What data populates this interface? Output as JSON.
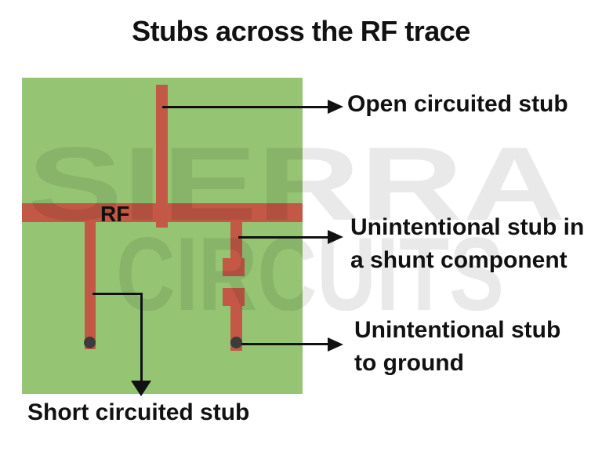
{
  "title": "Stubs across the RF trace",
  "colors": {
    "board_green": "#95c573",
    "trace_red": "#c25845",
    "via_dark": "#3b3b3b"
  },
  "watermark": {
    "line1": "SIERRA",
    "line2": "CIRCUITS"
  },
  "board": {
    "rf_trace_label": "RF"
  },
  "annotations": {
    "open_stub": {
      "label": "Open circuited stub"
    },
    "shunt_stub": {
      "label_line1": "Unintentional stub in",
      "label_line2": "a shunt component"
    },
    "ground_stub": {
      "label_line1": "Unintentional stub",
      "label_line2": "to ground"
    },
    "short_stub": {
      "label": "Short circuited stub"
    }
  }
}
